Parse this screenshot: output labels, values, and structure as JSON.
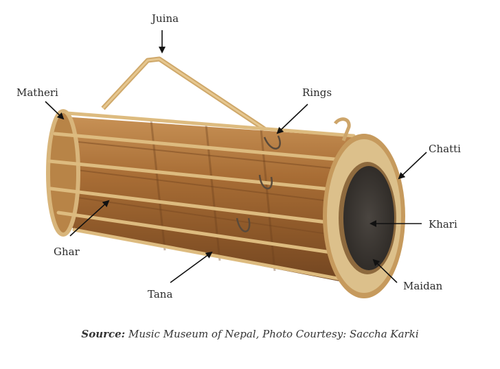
{
  "labels": {
    "juina": "Juina",
    "matheri": "Matheri",
    "rings": "Rings",
    "chatti": "Chatti",
    "khari": "Khari",
    "ghar": "Ghar",
    "tana": "Tana",
    "maidan": "Maidan"
  },
  "caption": {
    "source_label": "Source:",
    "text": " Music Museum of Nepal, Photo Courtesy: Saccha Karki"
  },
  "colors": {
    "wood_dark": "#8a5a2b",
    "wood_light": "#c89a5e",
    "strap": "#d9b77a",
    "drumhead": "#3d3833",
    "arrow": "#111111"
  }
}
